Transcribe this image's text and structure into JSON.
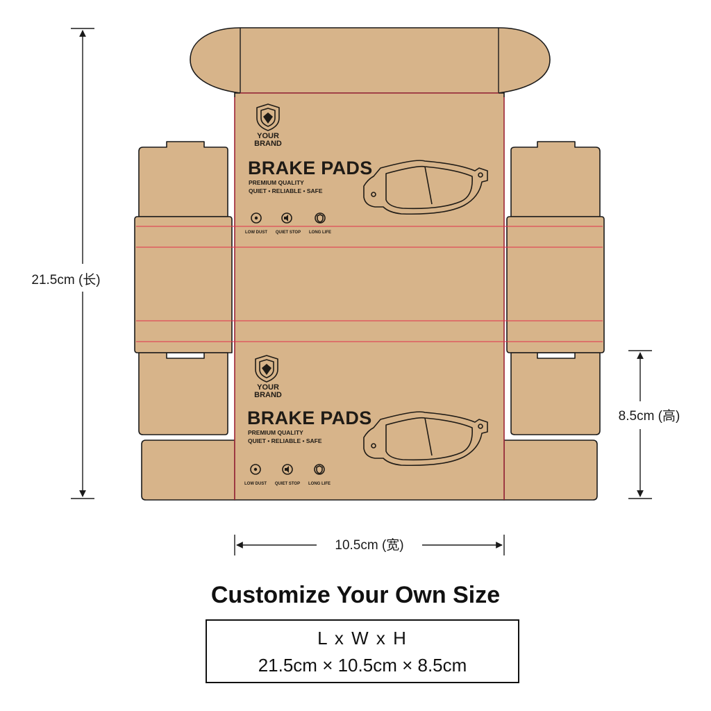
{
  "dimensions": {
    "length_label": "21.5cm (长)",
    "height_label": "8.5cm (高)",
    "width_label": "10.5cm (宽)"
  },
  "panel": {
    "brand_line1": "YOUR",
    "brand_line2": "BRAND",
    "product_title": "BRAKE PADS",
    "quality": "PREMIUM QUALITY",
    "tagline": "QUIET • RELIABLE • SAFE",
    "features": [
      "LOW DUST",
      "QUIET STOP",
      "LONG LIFE"
    ]
  },
  "customize": {
    "heading": "Customize Your Own Size",
    "formula": "L x W x H",
    "values": "21.5cm × 10.5cm × 8.5cm"
  },
  "colors": {
    "kraft": "#d7b48a",
    "fold_line": "#e0304a",
    "outline": "#1a1a1a"
  }
}
